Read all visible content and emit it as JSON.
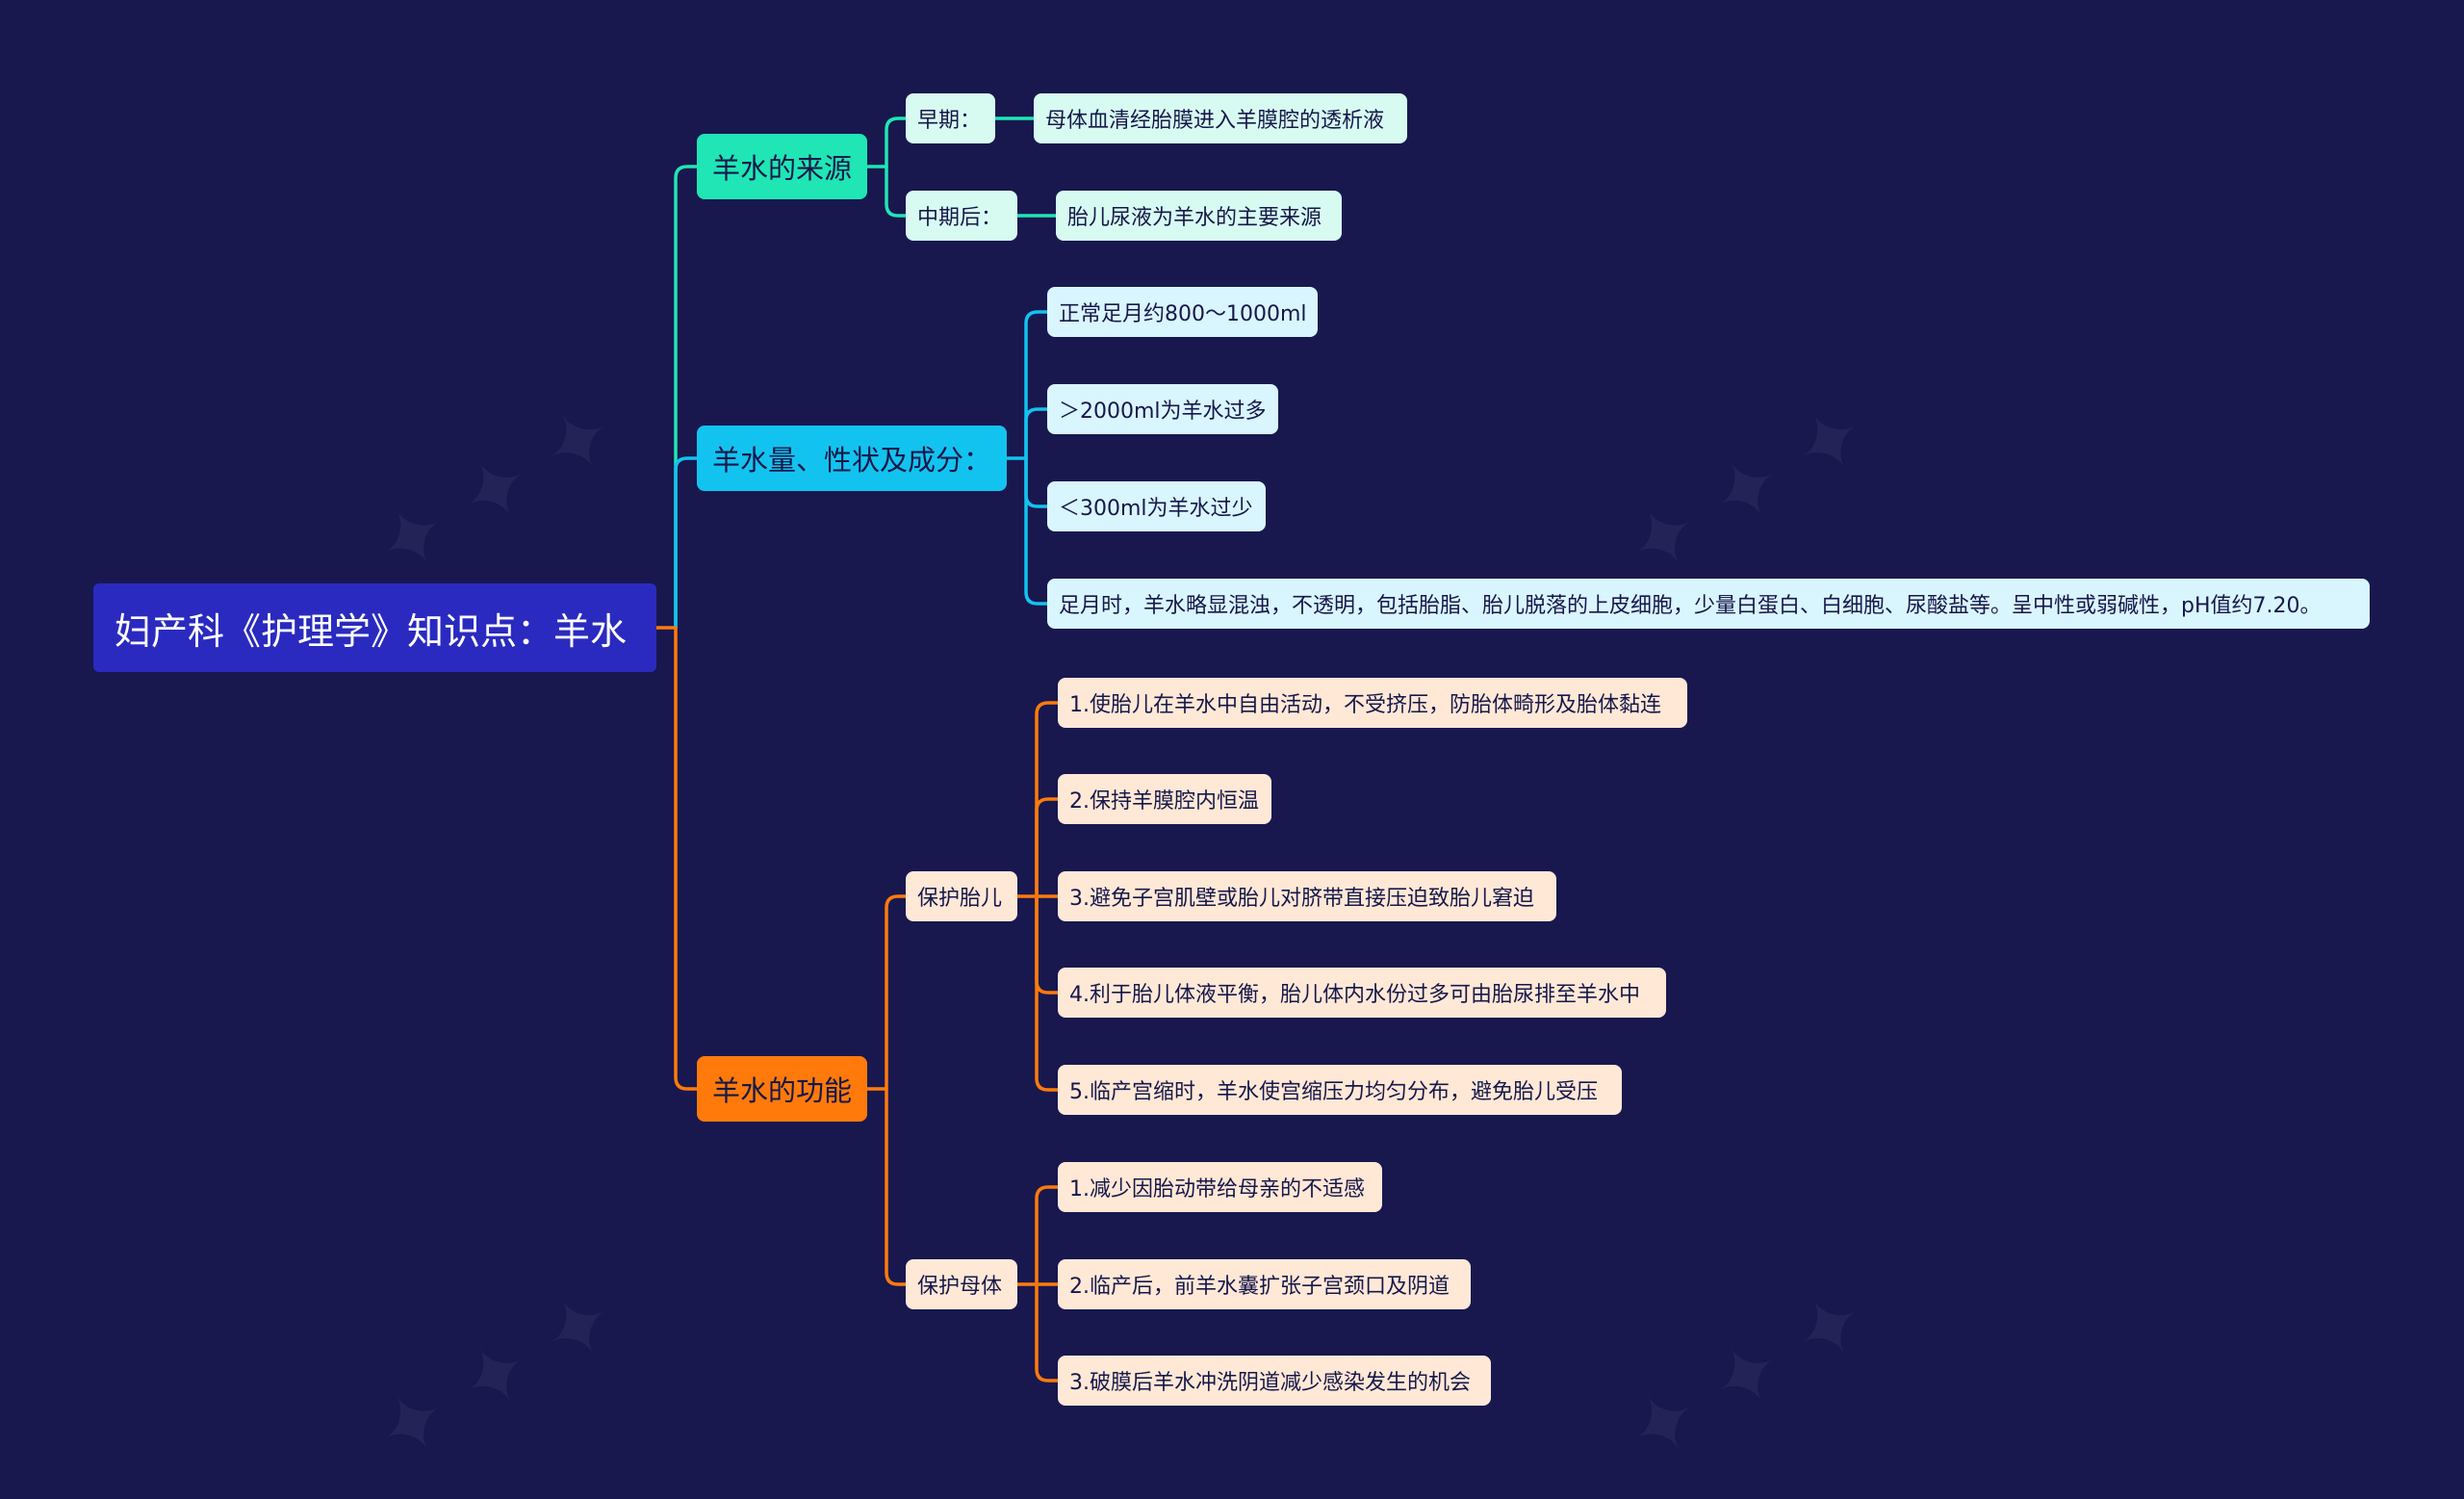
{
  "root": {
    "title": "妇产科《护理学》知识点：羊水"
  },
  "colors": {
    "background": "#18184f",
    "root": "#2a2ac0",
    "teal": "#1fe6b4",
    "cyan": "#13c3ef",
    "orange": "#ff7a0b"
  },
  "branches": [
    {
      "label": "羊水的来源",
      "color": "teal",
      "children": [
        {
          "label": "早期：",
          "children": [
            "母体血清经胎膜进入羊膜腔的透析液"
          ]
        },
        {
          "label": "中期后：",
          "children": [
            "胎儿尿液为羊水的主要来源"
          ]
        }
      ]
    },
    {
      "label": "羊水量、性状及成分：",
      "color": "cyan",
      "items": [
        "正常足月约800～1000ml",
        "＞2000ml为羊水过多",
        "＜300ml为羊水过少",
        "足月时，羊水略显混浊，不透明，包括胎脂、胎儿脱落的上皮细胞，少量白蛋白、白细胞、尿酸盐等。呈中性或弱碱性，pH值约7.20。"
      ]
    },
    {
      "label": "羊水的功能",
      "color": "orange",
      "children": [
        {
          "label": "保护胎儿",
          "children": [
            "1.使胎儿在羊水中自由活动，不受挤压，防胎体畸形及胎体黏连",
            "2.保持羊膜腔内恒温",
            "3.避免子宫肌壁或胎儿对脐带直接压迫致胎儿窘迫",
            "4.利于胎儿体液平衡，胎儿体内水份过多可由胎尿排至羊水中",
            "5.临产宫缩时，羊水使宫缩压力均匀分布，避免胎儿受压"
          ]
        },
        {
          "label": "保护母体",
          "children": [
            "1.减少因胎动带给母亲的不适感",
            "2.临产后，前羊水囊扩张子宫颈口及阴道",
            "3.破膜后羊水冲洗阴道减少感染发生的机会"
          ]
        }
      ]
    }
  ]
}
